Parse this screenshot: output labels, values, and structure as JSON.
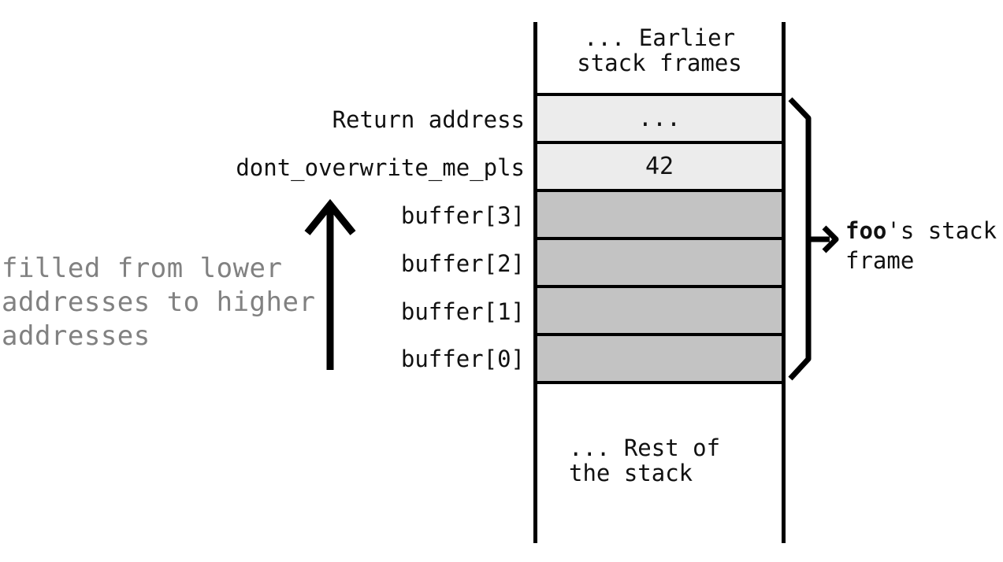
{
  "diagram": {
    "top_label": {
      "line1": "... Earlier",
      "line2": "stack frames"
    },
    "rows": [
      {
        "label": "Return address",
        "value": "..."
      },
      {
        "label": "dont_overwrite_me_pls",
        "value": "42"
      },
      {
        "label": "buffer[3]",
        "value": ""
      },
      {
        "label": "buffer[2]",
        "value": ""
      },
      {
        "label": "buffer[1]",
        "value": ""
      },
      {
        "label": "buffer[0]",
        "value": ""
      }
    ],
    "fill_annotation": {
      "line1": "filled from lower",
      "line2": "addresses to higher",
      "line3": "addresses"
    },
    "frame_annotation": {
      "function_name": "foo",
      "suffix": "'s stack",
      "line2": "frame"
    },
    "bottom_label": {
      "line1": "... Rest of",
      "line2": "the stack"
    },
    "colors": {
      "light_cell": "#ececec",
      "dark_cell": "#c3c3c3",
      "annotation_gray": "#818181",
      "line_black": "#000000"
    }
  }
}
